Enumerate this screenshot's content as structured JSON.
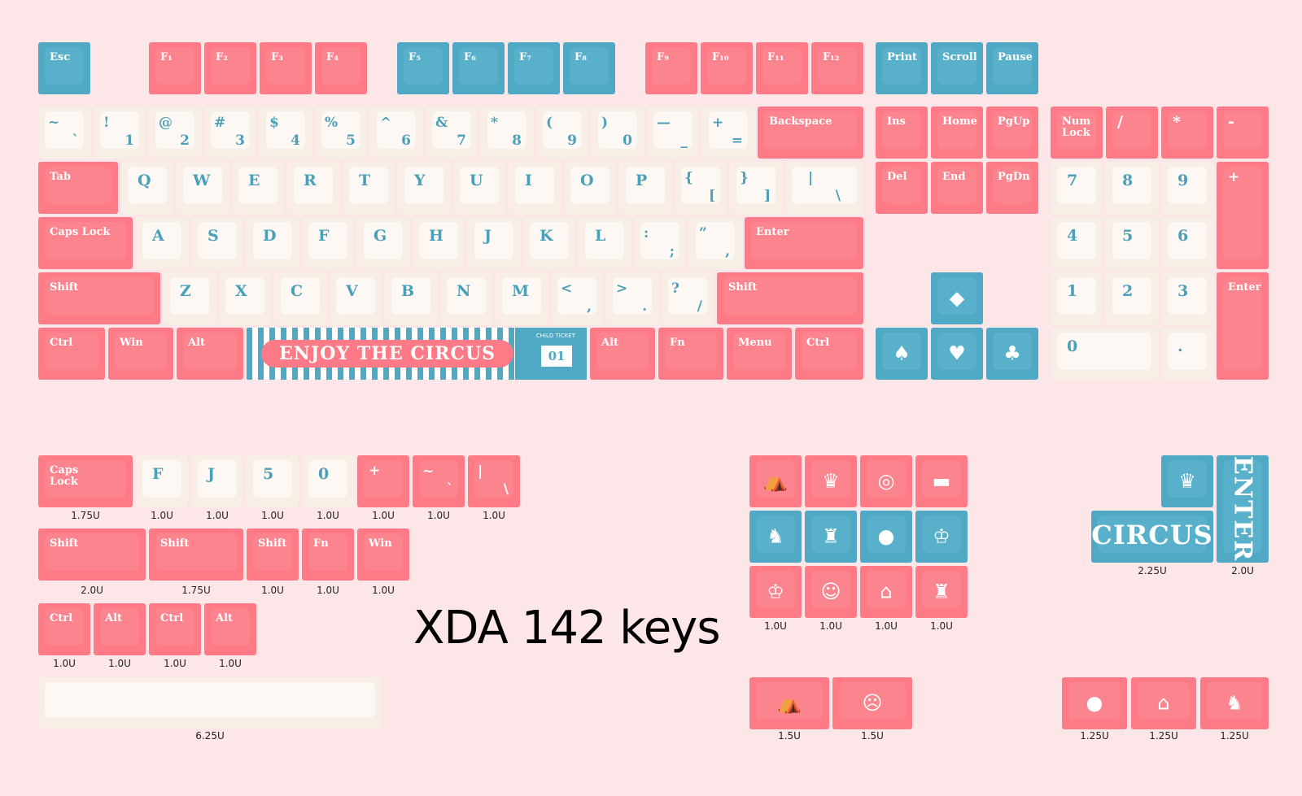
{
  "title": "XDA 142 keys",
  "main": {
    "fn_row": [
      "Esc",
      "F₁",
      "F₂",
      "F₃",
      "F₄",
      "F₅",
      "F₆",
      "F₇",
      "F₈",
      "F₉",
      "F₁₀",
      "F₁₁",
      "F₁₂",
      "Print",
      "Scroll",
      "Pause"
    ],
    "num_row": [
      [
        "~",
        "`"
      ],
      [
        "!",
        "1"
      ],
      [
        "@",
        "2"
      ],
      [
        "#",
        "3"
      ],
      [
        "$",
        "4"
      ],
      [
        "%",
        "5"
      ],
      [
        "^",
        "6"
      ],
      [
        "&",
        "7"
      ],
      [
        "*",
        "8"
      ],
      [
        "(",
        "9"
      ],
      [
        ")",
        "0"
      ],
      [
        "—",
        "_"
      ],
      [
        "+",
        "="
      ]
    ],
    "backspace": "Backspace",
    "tab": "Tab",
    "qrow": [
      "Q",
      "W",
      "E",
      "R",
      "T",
      "Y",
      "U",
      "I",
      "O",
      "P"
    ],
    "qrow_sym": [
      [
        "{",
        "["
      ],
      [
        "}",
        "]"
      ],
      [
        "|",
        "\\"
      ]
    ],
    "caps": "Caps Lock",
    "arow": [
      "A",
      "S",
      "D",
      "F",
      "G",
      "H",
      "J",
      "K",
      "L"
    ],
    "arow_sym": [
      [
        ":",
        ";"
      ],
      [
        "”",
        ","
      ]
    ],
    "enter": "Enter",
    "shift": "Shift",
    "zrow": [
      "Z",
      "X",
      "C",
      "V",
      "B",
      "N",
      "M"
    ],
    "zrow_sym": [
      [
        "<",
        ","
      ],
      [
        ">",
        "."
      ],
      [
        "?",
        "/"
      ]
    ],
    "ctrl": "Ctrl",
    "win": "Win",
    "alt": "Alt",
    "fn": "Fn",
    "menu": "Menu",
    "space_text": "ENJOY THE CIRCUS",
    "ticket_label": "CHILD TICKET",
    "ticket_number": "01",
    "nav": [
      "Ins",
      "Home",
      "PgUp",
      "Del",
      "End",
      "PgDn"
    ],
    "num_lock": "Num Lock",
    "numpad": {
      "slash": "/",
      "star": "*",
      "minus": "-",
      "plus": "+",
      "n7": "7",
      "n8": "8",
      "n9": "9",
      "n4": "4",
      "n5": "5",
      "n6": "6",
      "n1": "1",
      "n2": "2",
      "n3": "3",
      "n0": "0",
      "dot": ".",
      "enter": "Enter"
    },
    "arrows": {
      "up": "◆",
      "left": "♠",
      "down": "♥",
      "right": "♣"
    }
  },
  "extras": {
    "row1": [
      {
        "label": "Caps Lock",
        "size": "1.75U"
      },
      {
        "label": "F",
        "size": "1.0U"
      },
      {
        "label": "J",
        "size": "1.0U"
      },
      {
        "label": "5",
        "size": "1.0U"
      },
      {
        "label": "0",
        "size": "1.0U"
      },
      {
        "label": "+",
        "size": "1.0U"
      },
      {
        "label": "~",
        "sub": "`",
        "size": "1.0U"
      },
      {
        "label": "|",
        "sub": "\\",
        "size": "1.0U"
      }
    ],
    "row2": [
      {
        "label": "Shift",
        "size": "2.0U"
      },
      {
        "label": "Shift",
        "size": "1.75U"
      },
      {
        "label": "Shift",
        "size": "1.0U"
      },
      {
        "label": "Fn",
        "size": "1.0U"
      },
      {
        "label": "Win",
        "size": "1.0U"
      }
    ],
    "row3": [
      {
        "label": "Ctrl",
        "size": "1.0U"
      },
      {
        "label": "Alt",
        "size": "1.0U"
      },
      {
        "label": "Ctrl",
        "size": "1.0U"
      },
      {
        "label": "Alt",
        "size": "1.0U"
      }
    ],
    "space_size": "6.25U",
    "icon_grid_sizes": [
      "1.0U",
      "1.0U",
      "1.0U",
      "1.0U"
    ],
    "icons_bottom_sizes": [
      "1.5U",
      "1.5U"
    ],
    "circus_key": {
      "label": "CIRCUS",
      "size": "2.25U"
    },
    "enter_key": {
      "label": "ENTER",
      "size": "2.0U"
    },
    "right_bottom_sizes": [
      "1.25U",
      "1.25U",
      "1.25U"
    ]
  },
  "colors": {
    "pink": "#fd7a86",
    "blue": "#4fa8c4",
    "white": "#f7efe6",
    "background": "#fde6e8"
  }
}
